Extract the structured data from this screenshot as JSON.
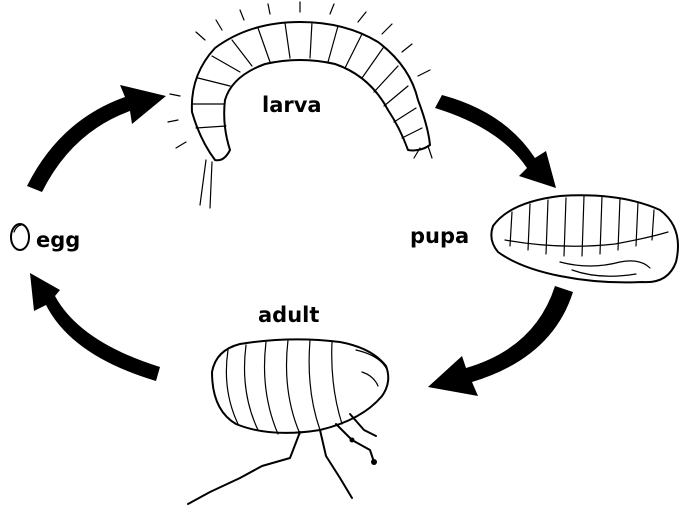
{
  "stages": {
    "egg": "egg",
    "larva": "larva",
    "pupa": "pupa",
    "adult": "adult"
  },
  "colors": {
    "ink": "#000000",
    "background": "#ffffff"
  }
}
